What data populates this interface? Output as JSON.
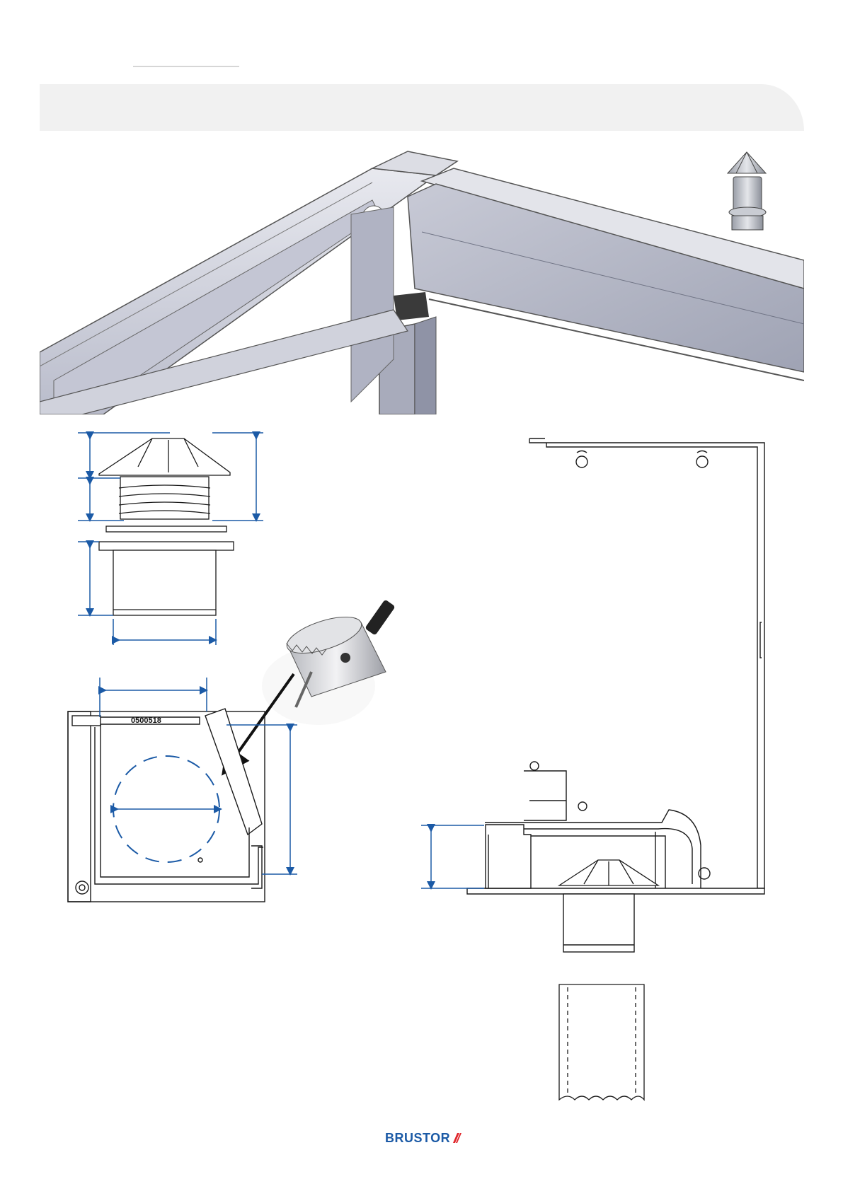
{
  "drawing": {
    "profile_code": "0500518"
  },
  "brand": {
    "logo_text": "BRUSTOR",
    "color": "#1b5aa6",
    "accent": "#e0262b"
  },
  "colors": {
    "dimension_line": "#1b5aa6",
    "header_band": "#f1f1f1",
    "line_art": "#1a1a1a"
  },
  "icons": {
    "drain_cap": "drain-cap-render",
    "hole_saw": "hole-saw-render"
  }
}
